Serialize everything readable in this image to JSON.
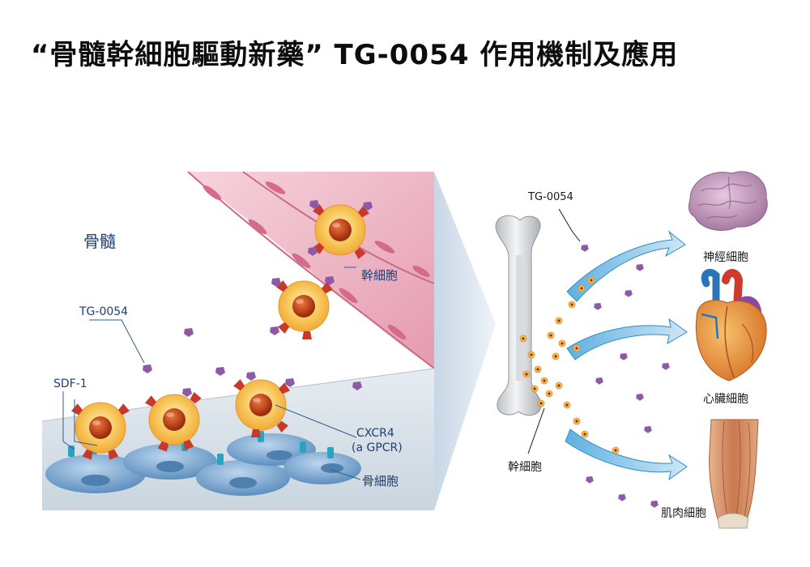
{
  "title": "“骨髓幹細胞驅動新藥” TG-0054 作用機制及應用",
  "left_panel": {
    "bone_marrow": "骨髓",
    "stem_cell": "幹細胞",
    "drug": "TG-0054",
    "sdf1": "SDF-1",
    "cxcr4_line1": "CXCR4",
    "cxcr4_line2": "(a GPCR)",
    "bone_cell": "骨細胞"
  },
  "right_panel": {
    "drug": "TG-0054",
    "stem_cell": "幹細胞",
    "targets": [
      "神經細胞",
      "心臟細胞",
      "肌肉細胞"
    ]
  },
  "colors": {
    "drug": "#8e5aa6",
    "stem_core": "#b8360e",
    "stem_halo": "#f4b63f",
    "osteocyte": "#7fa9cf",
    "receptor": "#c73a2a",
    "sdf1": "#2aa3c0",
    "arrow": "#2f8bc4",
    "vessel": "#e8a9b8"
  }
}
